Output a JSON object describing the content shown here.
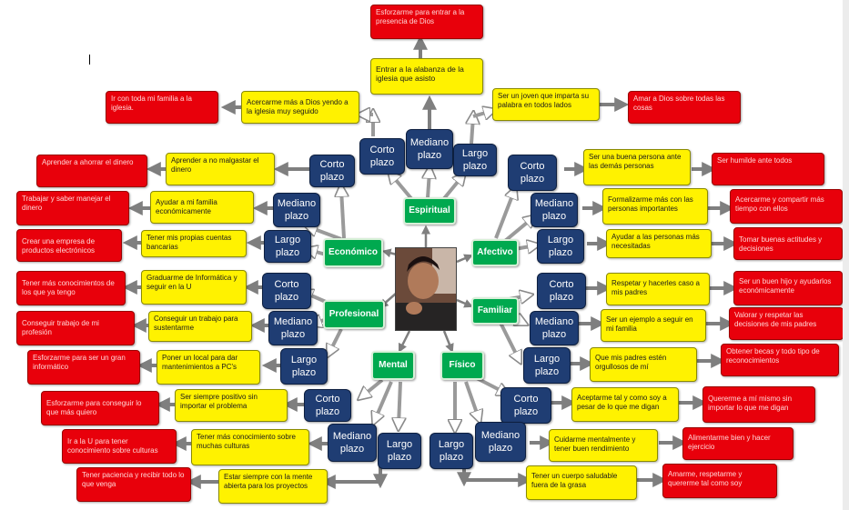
{
  "center": {
    "photo_icon": "person-photo"
  },
  "categories": {
    "espiritual": "Espiritual",
    "economico": "Económico",
    "afectivo": "Afectivo",
    "profesional": "Profesional",
    "familiar": "Familiar",
    "mental": "Mental",
    "fisico": "Físico"
  },
  "terms": {
    "corto": "Corto plazo",
    "mediano": "Mediano plazo",
    "largo": "Largo plazo"
  },
  "espiritual": {
    "corto_y": "Acercarme más a Dios yendo a la iglesia muy seguido",
    "corto_r": "Ir con toda mi familia a la iglesia.",
    "mediano_y": "Entrar a la alabanza de la iglesia que asisto",
    "mediano_r": "Esforzarme para entrar a la presencia de Dios",
    "largo_y": "Ser un joven que imparta su palabra en todos lados",
    "largo_r": "Amar a Dios sobre todas las cosas"
  },
  "economico": {
    "corto_y": "Aprender a no malgastar el dinero",
    "corto_r": "Aprender a ahorrar el dinero",
    "mediano_y": "Ayudar a mi familia económicamente",
    "mediano_r": "Trabajar y saber manejar el dinero",
    "largo_y": "Tener mis propias cuentas bancarias",
    "largo_r": "Crear una empresa de productos electrónicos"
  },
  "profesional": {
    "corto_y": "Graduarme de Informática y seguir en la U",
    "corto_r": "Tener más conocimientos de los que ya tengo",
    "mediano_y": "Conseguir un trabajo para sustentarme",
    "mediano_r": "Conseguir trabajo de mi profesión",
    "largo_y": "Poner un local para dar mantenimientos a PC's",
    "largo_r": "Esforzarme para ser un gran informático"
  },
  "mental": {
    "corto_y": "Ser siempre positivo sin importar el problema",
    "corto_r": "Esforzarme para conseguir lo que más quiero",
    "mediano_y": "Tener más conocimiento sobre muchas culturas",
    "mediano_r": "Ir a la U para tener conocimiento sobre culturas",
    "largo_y": "Estar siempre con la mente abierta para los proyectos",
    "largo_r": "Tener paciencia y recibir todo lo que venga"
  },
  "afectivo": {
    "corto_y": "Ser una buena persona ante las demás personas",
    "corto_r": "Ser humilde ante todos",
    "mediano_y": "Formalizarme más con las personas importantes",
    "mediano_r": "Acercarme y compartir más tiempo con ellos",
    "largo_y": "Ayudar a las personas más necesitadas",
    "largo_r": "Tomar buenas actitudes y decisiones"
  },
  "familiar": {
    "corto_y": "Respetar y hacerles caso a mis padres",
    "corto_r": "Ser un buen hijo y ayudarlos económicamente",
    "mediano_y": "Ser un ejemplo a seguir en mi familia",
    "mediano_r": "Valorar y respetar las decisiones de mis padres",
    "largo_y": "Que mis padres estén orgullosos de mí",
    "largo_r": "Obtener becas y todo tipo de reconocimientos"
  },
  "fisico": {
    "corto_y": "Aceptarme tal y como soy a pesar de lo que me digan",
    "corto_r": "Quererme a mí mismo sin importar lo que me digan",
    "mediano_y": "Cuidarme mentalmente y tener buen rendimiento",
    "mediano_r": "Alimentarme bien y hacer ejercicio",
    "largo_y": "Tener un cuerpo saludable fuera de la grasa",
    "largo_r": "Amarme, respetarme y quererme tal como soy"
  },
  "colors": {
    "goal_red": "#e8000b",
    "goal_yellow": "#fff200",
    "term_navy": "#1f3d73",
    "category_green": "#00a94f",
    "arrow_gray": "#7f7f7f"
  }
}
